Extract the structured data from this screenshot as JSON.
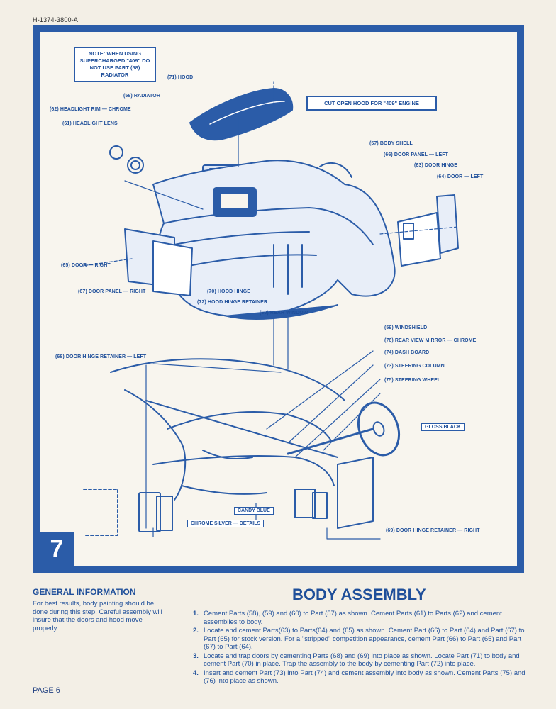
{
  "header": {
    "code": "H-1374-3800-A"
  },
  "note_box": "NOTE: WHEN USING SUPERCHARGED \"409\" DO NOT USE PART (58) RADIATOR",
  "cut_box": "CUT OPEN HOOD FOR \"409\" ENGINE",
  "labels": {
    "hood": "(71) HOOD",
    "radiator": "(58) RADIATOR",
    "headlight_rim": "(62) HEADLIGHT RIM — CHROME",
    "headlight_lens": "(61) HEADLIGHT LENS",
    "body_shell": "(57) BODY SHELL",
    "door_panel_left": "(66) DOOR PANEL — LEFT",
    "door_hinge": "(63) DOOR HINGE",
    "door_left": "(64) DOOR — LEFT",
    "door_right": "(65) DOOR — RIGHT",
    "door_panel_right": "(67) DOOR PANEL — RIGHT",
    "hood_hinge": "(70) HOOD HINGE",
    "hood_hinge_retainer": "(72) HOOD HINGE RETAINER",
    "rear_window": "(60) REAR WINDOW",
    "windshield": "(59) WINDSHIELD",
    "rear_view_mirror": "(76) REAR VIEW MIRROR — CHROME",
    "dash_board": "(74) DASH BOARD",
    "steering_column": "(73) STEERING COLUMN",
    "steering_wheel": "(75) STEERING WHEEL",
    "door_hinge_retainer_left": "(68) DOOR HINGE RETAINER — LEFT",
    "door_hinge_retainer_right": "(69) DOOR HINGE RETAINER — RIGHT"
  },
  "color_tags": {
    "gloss_black": "GLOSS BLACK",
    "candy_blue": "CANDY BLUE",
    "chrome_silver": "CHROME SILVER — DETAILS"
  },
  "step_number": "7",
  "general_info": {
    "title": "GENERAL INFORMATION",
    "body": "For best results, body painting should be done during this step. Careful assembly will insure that the doors and hood move properly."
  },
  "section_title": "BODY ASSEMBLY",
  "steps": [
    {
      "num": "1.",
      "text": "Cement Parts (58), (59) and (60) to Part (57) as shown. Cement Parts (61) to Parts (62) and cement assemblies to body."
    },
    {
      "num": "2.",
      "text": "Locate and cement Parts(63) to Parts(64) and (65) as shown. Cement Part (66) to Part (64) and Part (67) to Part (65) for stock version. For a \"stripped\" competition appearance, cement Part (66) to Part (65) and Part (67) to Part (64)."
    },
    {
      "num": "3.",
      "text": "Locate and trap doors by cementing Parts (68) and (69) into place as shown. Locate Part (71) to body and cement Part (70) in place. Trap the assembly to the body by cementing Part (72) into place."
    },
    {
      "num": "4.",
      "text": "Insert and cement Part (73) into Part (74) and cement assembly into body as shown. Cement Parts (75) and (76) into place as shown."
    }
  ],
  "page_label": "PAGE 6",
  "colors": {
    "ink_blue": "#2b5ca8",
    "paper": "#f3efe6"
  }
}
